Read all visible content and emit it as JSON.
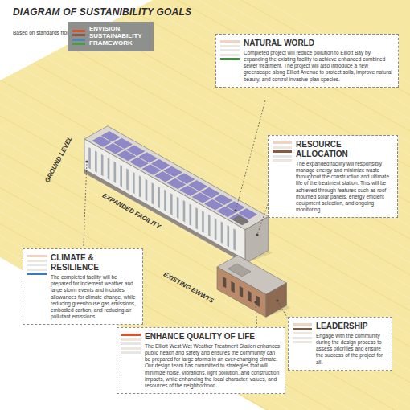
{
  "diagram": {
    "title": "DIAGRAM OF SUSTANIBILITY GOALS",
    "nodes": [
      {
        "text": [
          "ENVISION SUSTAINABILITY FRAMEWORK"
        ]
      },
      {
        "text": [
          "NATURAL WORLD",
          "Completed project will reduce pollution to Elliott Bay by expanding the existing facility to achieve enhanced combined sewer treatment. The project will also introduce a new greenscape along Elliott Avenue to protect soils, improve natural beauty, and control invasive plan species."
        ]
      },
      {
        "text": [
          "RESOURCE ALLOCATION",
          "The expanded facility will responsibly manage energy and minimize waste throughout the construction and ultimate life of the treatment station. This will be achieved through features such as roof-mounted solar panels, energy efficient equipment selection, and ongoing monitoring."
        ]
      },
      {
        "text": [
          "CLIMATE & RESILIENCE",
          "The completed facility will be prepared for inclement weather and large storm events and includes allowances for climate change, while reducing greenhouse gas emissions, embodied carbon, and reducing air pollutant emissions."
        ]
      },
      {
        "text": [
          "ENHANCE QUALITY OF LIFE",
          "The Elliott West Wet Weather Treatment Station enhances public health and safety and ensures the community can be prepared for large storms in an ever-changing climate. Our design team has committed to strategies that will minimize noise, vibrations, light pollution, and construction impacts, while enhancing the local character, values, and resources of the neighborhood."
        ]
      },
      {
        "text": [
          "LEADERSHIP",
          "Engage with the community during the design process to assess priorities and ensure the success of the project for all."
        ]
      }
    ],
    "labels": [
      "Based on standards from",
      "GROUND LEVEL",
      "EXPANDED FACILITY",
      "EXISTING EWWTS"
    ]
  }
}
